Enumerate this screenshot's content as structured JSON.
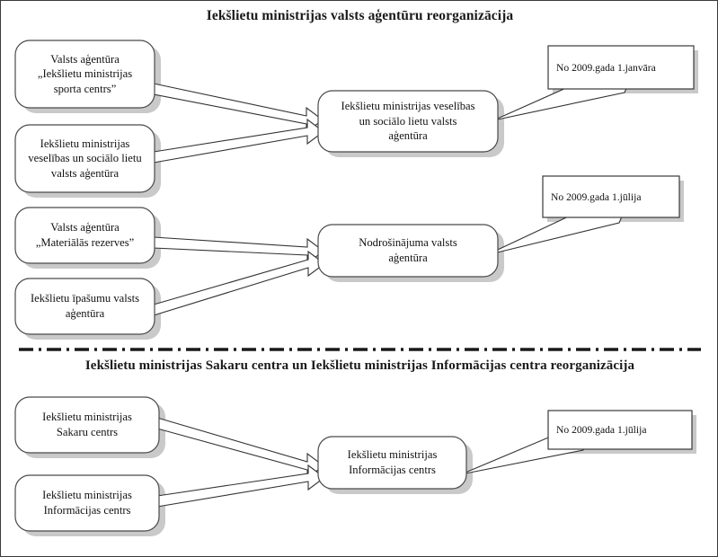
{
  "page": {
    "border_color": "#3a3a3a",
    "background": "#ffffff"
  },
  "sections": [
    {
      "id": "agency-reorg",
      "title": "Iekšlietu ministrijas valsts aģentūru reorganizācija"
    },
    {
      "id": "comms-info-reorg",
      "title": "Iekšlietu ministrijas Sakaru centra un Iekšlietu ministrijas Informācijas centra reorganizācija"
    }
  ],
  "divider": {
    "style": "dash-dot",
    "color": "#1a1a1a"
  },
  "nodes": {
    "source_1": "Valsts aģentūra „Iekšlietu ministrijas sporta centrs”",
    "source_1_lines": [
      "Valsts aģentūra",
      "„Iekšlietu ministrijas",
      "sporta centrs”"
    ],
    "source_2_lines": [
      "Iekšlietu ministrijas",
      "veselības un sociālo lietu",
      "valsts aģentūra"
    ],
    "source_3_lines": [
      "Valsts aģentūra",
      "„Materiālās rezerves”"
    ],
    "source_4_lines": [
      "Iekšlietu īpašumu valsts",
      "aģentūra"
    ],
    "target_1_lines": [
      "Iekšlietu ministrijas veselības",
      "un sociālo lietu valsts",
      "aģentūra"
    ],
    "target_2_lines": [
      "Nodrošinājuma valsts",
      "aģentūra"
    ],
    "source_5_lines": [
      "Iekšlietu ministrijas",
      "Sakaru centrs"
    ],
    "source_6_lines": [
      "Iekšlietu ministrijas",
      "Informācijas centrs"
    ],
    "target_3_lines": [
      "Iekšlietu ministrijas",
      "Informācijas centrs"
    ]
  },
  "notes": {
    "note_1": "No 2009.gada 1.janvāra",
    "note_2": "No 2009.gada 1.jūlija",
    "note_3": "No 2009.gada 1.jūlija"
  },
  "style": {
    "node_border": "#4a4a4a",
    "node_fill": "#ffffff",
    "shadow": "#c9c9c9",
    "arrow_stroke": "#333333",
    "note_border": "#3a3a3a"
  }
}
